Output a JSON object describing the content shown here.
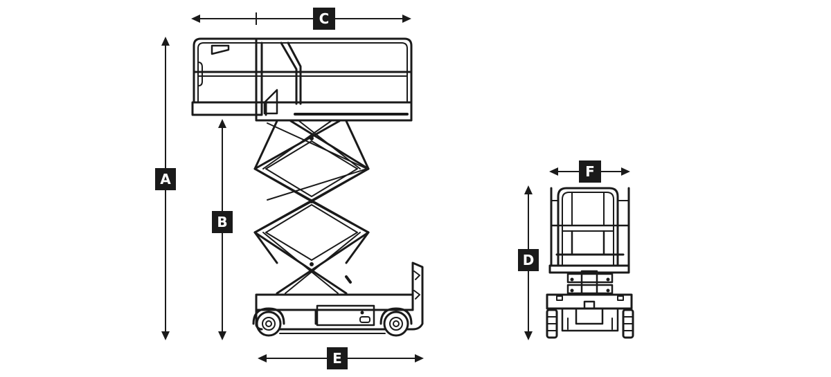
{
  "dimensions": [
    {
      "id": "A",
      "label": "A"
    },
    {
      "id": "B",
      "label": "B"
    },
    {
      "id": "C",
      "label": "C"
    },
    {
      "id": "D",
      "label": "D"
    },
    {
      "id": "E",
      "label": "E"
    },
    {
      "id": "F",
      "label": "F"
    }
  ],
  "colors": {
    "line": "#1a1a1a",
    "background": "#ffffff",
    "label_text": "#ffffff"
  }
}
